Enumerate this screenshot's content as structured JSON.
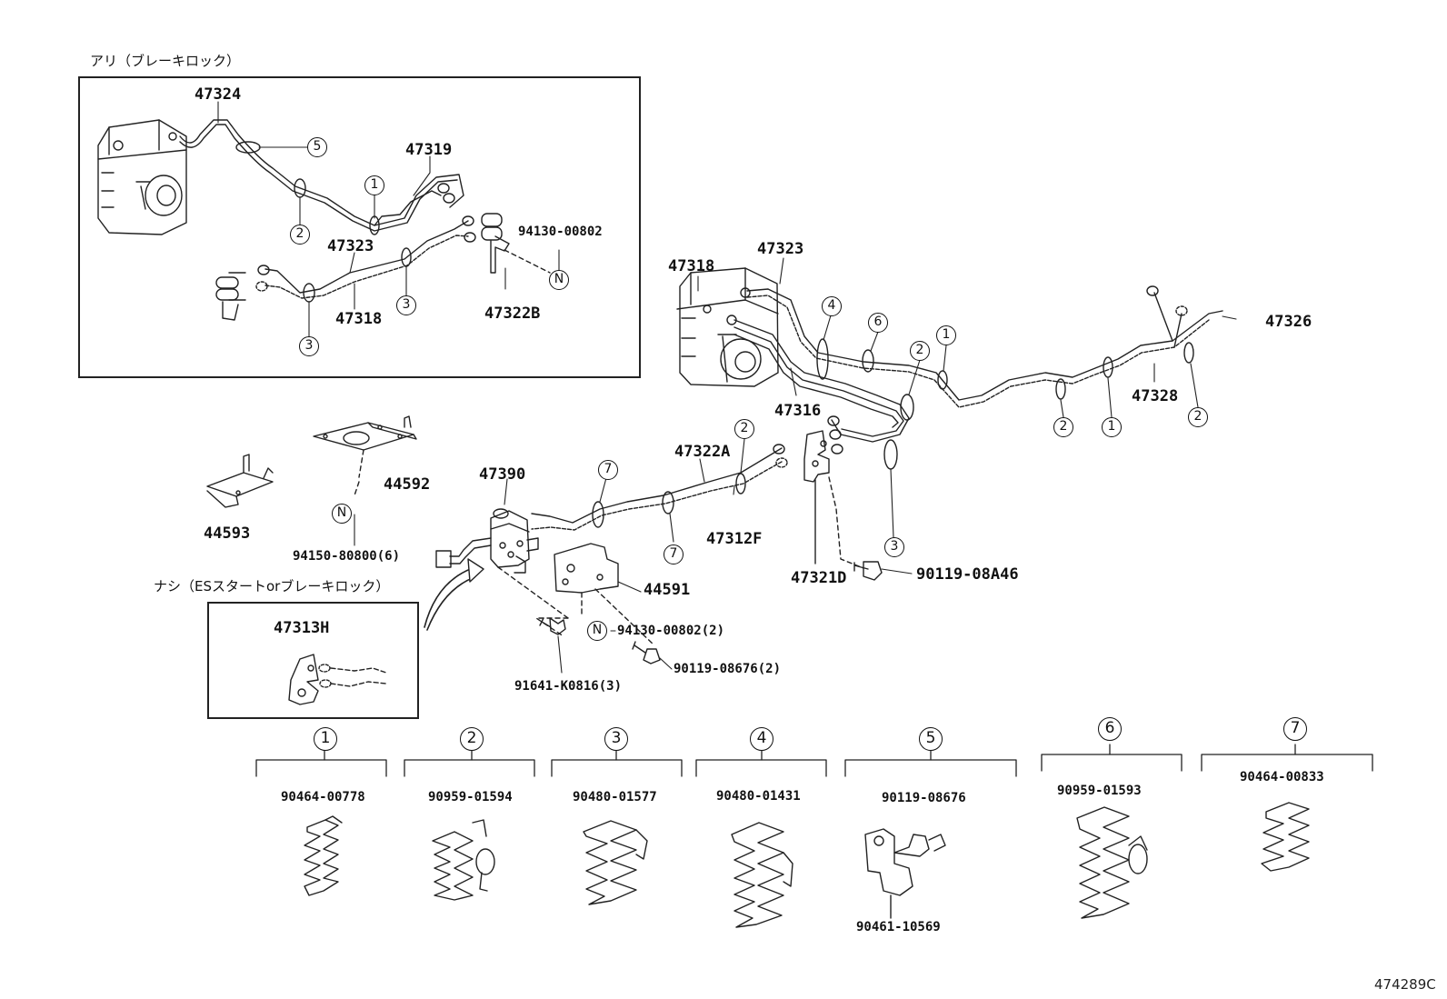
{
  "inset_yes": {
    "caption": "アリ（ブレーキロック）",
    "labels": {
      "p47324": "47324",
      "p47319": "47319",
      "p47323": "47323",
      "p47318": "47318",
      "p47322B": "47322B",
      "p94130": "94130-00802"
    },
    "clamps": [
      "5",
      "1",
      "2",
      "3",
      "3"
    ],
    "nut": "N"
  },
  "inset_no": {
    "caption": "ナシ（ESスタートorブレーキロック）",
    "labels": {
      "p47313H": "47313H"
    }
  },
  "main": {
    "labels": {
      "p47318": "47318",
      "p47323": "47323",
      "p47326": "47326",
      "p47316": "47316",
      "p47328": "47328",
      "p47322A": "47322A",
      "p47312F": "47312F",
      "p47321D": "47321D",
      "p90119_08A46": "90119-08A46",
      "p47390": "47390",
      "p44592": "44592",
      "p44593": "44593",
      "p94150": "94150-80800(6)",
      "p44591": "44591",
      "p94130_2": "94130-00802(2)",
      "p90119_08676_2": "90119-08676(2)",
      "p91641": "91641-K0816(3)"
    },
    "clamps": {
      "c4": "4",
      "c6": "6",
      "c2a": "2",
      "c1a": "1",
      "c2b": "2",
      "c1b": "1",
      "c2c": "2",
      "c2d": "2",
      "c7a": "7",
      "c7b": "7",
      "c3": "3"
    },
    "nut_a": "N",
    "nut_b": "N"
  },
  "legend": [
    {
      "num": "1",
      "part": "90464-00778"
    },
    {
      "num": "2",
      "part": "90959-01594"
    },
    {
      "num": "3",
      "part": "90480-01577"
    },
    {
      "num": "4",
      "part": "90480-01431"
    },
    {
      "num": "5",
      "part": "90119-08676",
      "sub_part": "90461-10569"
    },
    {
      "num": "6",
      "part": "90959-01593"
    },
    {
      "num": "7",
      "part": "90464-00833"
    }
  ],
  "diagram_code": "474289C"
}
